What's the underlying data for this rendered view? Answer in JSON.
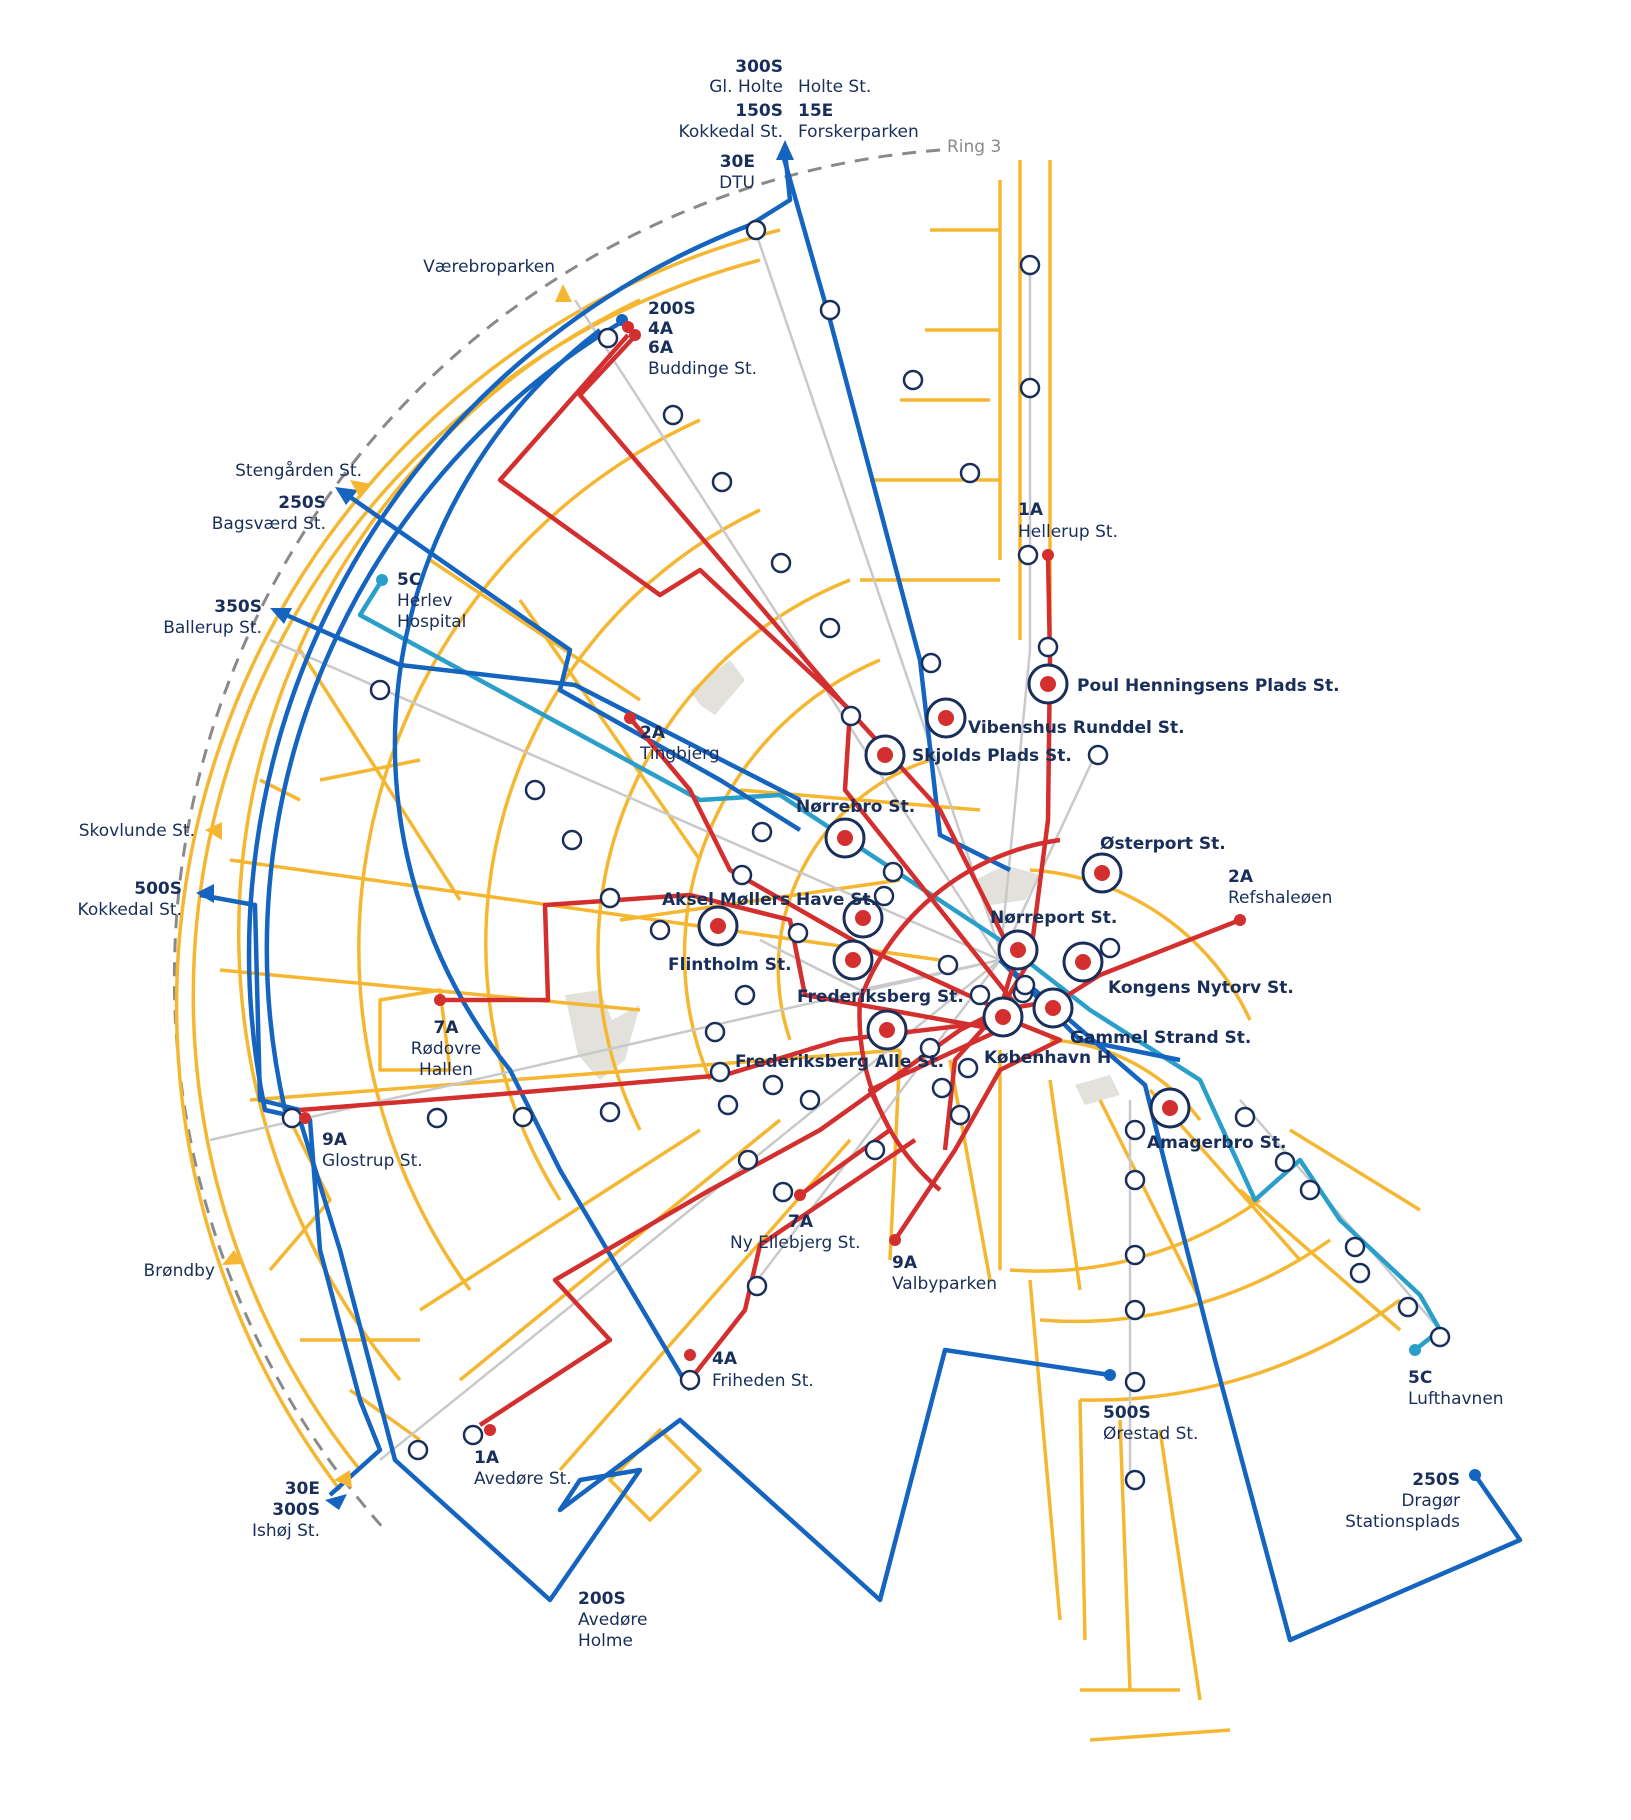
{
  "colors": {
    "yellow": "#f5b731",
    "blue": "#1565c0",
    "cyan": "#2a9fc9",
    "red": "#d32f2f",
    "grey": "#c9c9c9",
    "navy": "#1a2e5a",
    "ring": "#8a8a8a",
    "land": "#e3e1dc"
  },
  "map": {
    "ring_label": "Ring 3",
    "terminals": {
      "t300s_code": "300S",
      "t300s_name": "Gl. Holte",
      "holte": "Holte St.",
      "t150s_code": "150S",
      "t150s_name": "Kokkedal St.",
      "t15e_code": "15E",
      "t15e_name": "Forskerparken",
      "t30e_code": "30E",
      "t30e_name": "DTU",
      "vaerebro": "Værebroparken",
      "t200s_code": "200S",
      "t4a_code": "4A",
      "t6a_code": "6A",
      "buddinge": "Buddinge St.",
      "stengaarden": "Stengården St.",
      "t250s_code": "250S",
      "bagsvaerd": "Bagsværd St.",
      "t5c_code": "5C",
      "herlev1": "Herlev",
      "herlev2": "Hospital",
      "t350s_code": "350S",
      "ballerup": "Ballerup St.",
      "t1a_code": "1A",
      "hellerup": "Hellerup St.",
      "t2a_code": "2A",
      "tingbjerg": "Tingbjerg",
      "skovlunde": "Skovlunde St.",
      "t500s_code": "500S",
      "kokkedal2": "Kokkedal St.",
      "t2a_b_code": "2A",
      "refshaleoen": "Refshaleøen",
      "t7a_code": "7A",
      "rodovre1": "Rødovre",
      "rodovre2": "Hallen",
      "t9a_code": "9A",
      "glostrup": "Glostrup St.",
      "brondby": "Brøndby",
      "t7a_b_code": "7A",
      "nyellebjerg": "Ny Ellebjerg St.",
      "t9a_b_code": "9A",
      "valbyparken": "Valbyparken",
      "t4a_b_code": "4A",
      "friheden": "Friheden St.",
      "t1a_b_code": "1A",
      "avedore": "Avedøre St.",
      "t30e_b_code": "30E",
      "t300s_b_code": "300S",
      "ishoj": "Ishøj St.",
      "t200s_b_code": "200S",
      "avedoreholme1": "Avedøre",
      "avedoreholme2": "Holme",
      "t500s_b_code": "500S",
      "orestad": "Ørestad St.",
      "t5c_b_code": "5C",
      "lufthavnen": "Lufthavnen",
      "t250s_b_code": "250S",
      "dragor1": "Dragør",
      "dragor2": "Stationsplads"
    },
    "hubs": {
      "poulhenningsen": "Poul Henningsens Plads St.",
      "vibenshus": "Vibenshus Runddel St.",
      "skjolds": "Skjolds Plads St.",
      "norrebro": "Nørrebro St.",
      "osterport": "Østerport St.",
      "aksel": "Aksel Møllers Have St.",
      "norreport": "Nørreport St.",
      "flintholm": "Flintholm St.",
      "kongens": "Kongens Nytorv St.",
      "frederiksberg": "Frederiksberg St.",
      "gammelstrand": "Gammel Strand St.",
      "frederiksbergalle": "Frederiksberg Alle St.",
      "kobenhavnh": "København H",
      "amagerbro": "Amagerbro St."
    }
  }
}
